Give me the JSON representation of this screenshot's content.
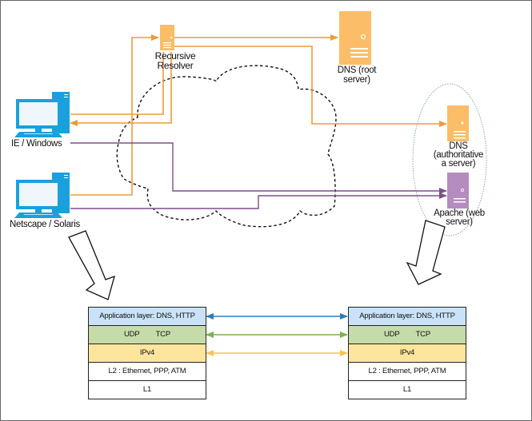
{
  "nodes": {
    "recursive_resolver": {
      "label_line1": "Recursive",
      "label_line2": "Resolver",
      "color": "#fbbd67"
    },
    "dns_root": {
      "label_line1": "DNS (root",
      "label_line2": "server)",
      "color": "#fbbd67"
    },
    "dns_authoritative": {
      "label_line1": "DNS",
      "label_line2": "(authoritative",
      "label_line3": "a server)",
      "color": "#fbbd67"
    },
    "apache": {
      "label_line1": "Apache (web",
      "label_line2": "server)",
      "color": "#b58cbf"
    },
    "client_windows": {
      "label": "IE / Windows",
      "color": "#1aa0dc"
    },
    "client_solaris": {
      "label": "Netscape / Solaris",
      "color": "#1aa0dc"
    }
  },
  "connections": {
    "dns_color": "#ef9a3a",
    "http_color": "#7d4f8c",
    "cloud_style": "dashed",
    "server_group_style": "dotted"
  },
  "protocol_stacks": {
    "left": {
      "layers": [
        "Application layer: DNS, HTTP",
        "UDP TCP",
        "IPv4",
        "L2 : Ethernet, PPP, ATM",
        "L1"
      ]
    },
    "right": {
      "layers": [
        "Application layer: DNS, HTTP",
        "UDP TCP",
        "IPv4",
        "L2 : Ethernet, PPP, ATM",
        "L1"
      ]
    },
    "peer_arrows": [
      {
        "layer": "application",
        "color": "#2e7db5"
      },
      {
        "layer": "transport",
        "color": "#7cb24e"
      },
      {
        "layer": "network",
        "color": "#f4c54f"
      }
    ]
  }
}
